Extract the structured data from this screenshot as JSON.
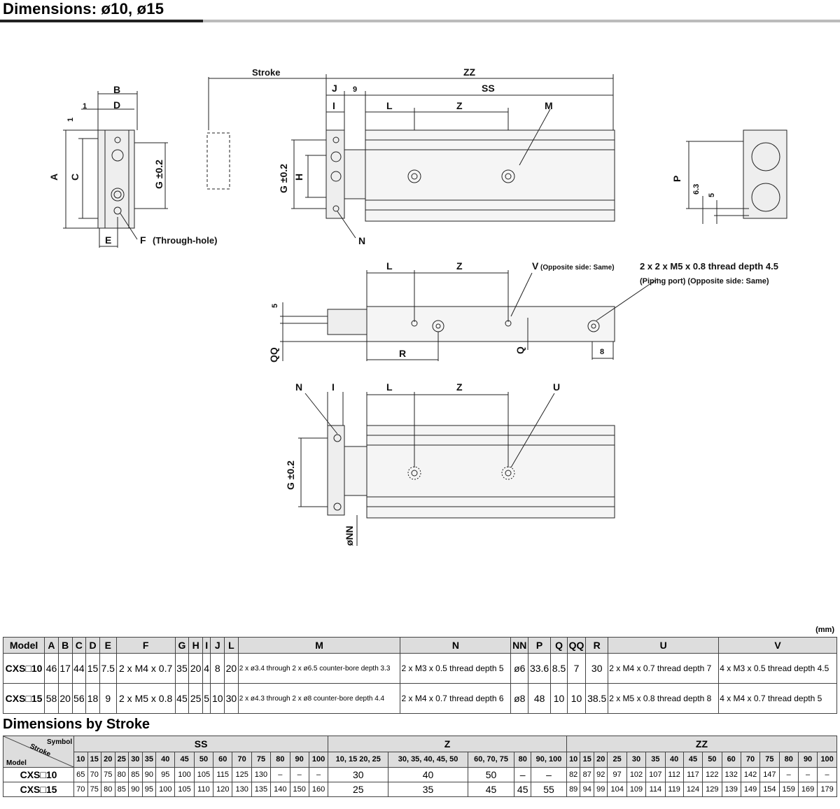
{
  "page_title": "Dimensions: ø10, ø15",
  "drawing_labels": {
    "B": "B",
    "D": "D",
    "one_a": "1",
    "one_b": "1",
    "A": "A",
    "C": "C",
    "G02": "G ±0.2",
    "E": "E",
    "F": "F",
    "F_note": "(Through-hole)",
    "stroke": "Stroke",
    "ZZ": "ZZ",
    "J": "J",
    "nine": "9",
    "SS": "SS",
    "I": "I",
    "L": "L",
    "Z": "Z",
    "M": "M",
    "H": "H",
    "N": "N",
    "P": "P",
    "p63": "6.3",
    "p5": "5",
    "V": "V",
    "V_note": "(Opposite side: Same)",
    "port": "2 x 2 x M5 x 0.8 thread depth 4.5",
    "port_note": "(Piping port) (Opposite side: Same)",
    "five": "5",
    "QQ": "QQ",
    "R": "R",
    "Q": "Q",
    "eight": "8",
    "U": "U",
    "NN": "øNN"
  },
  "unit": "(mm)",
  "table1": {
    "headers": [
      "Model",
      "A",
      "B",
      "C",
      "D",
      "E",
      "F",
      "G",
      "H",
      "I",
      "J",
      "L",
      "M",
      "N",
      "NN",
      "P",
      "Q",
      "QQ",
      "R",
      "U",
      "V"
    ],
    "rows": [
      [
        "CXS□10",
        "46",
        "17",
        "44",
        "15",
        "7.5",
        "2 x M4 x 0.7",
        "35",
        "20",
        "4",
        "8",
        "20",
        "2 x ø3.4 through 2 x ø6.5 counter-bore depth 3.3",
        "2 x M3 x 0.5 thread depth 5",
        "ø6",
        "33.6",
        "8.5",
        "7",
        "30",
        "2 x M4 x 0.7 thread depth 7",
        "4 x M3 x 0.5 thread depth 4.5"
      ],
      [
        "CXS□15",
        "58",
        "20",
        "56",
        "18",
        "9",
        "2 x M5 x 0.8",
        "45",
        "25",
        "5",
        "10",
        "30",
        "2 x ø4.3 through 2 x ø8 counter-bore depth 4.4",
        "2 x M4 x 0.7 thread depth 6",
        "ø8",
        "48",
        "10",
        "10",
        "38.5",
        "2 x M5 x 0.8 thread depth 8",
        "4 x M4 x 0.7 thread depth 5"
      ]
    ]
  },
  "subtitle": "Dimensions by Stroke",
  "table2": {
    "corner": {
      "symbol": "Symbol",
      "stroke": "Stroke",
      "model": "Model"
    },
    "groups": [
      "SS",
      "Z",
      "ZZ"
    ],
    "ss_strokes": [
      "10",
      "15",
      "20",
      "25",
      "30",
      "35",
      "40",
      "45",
      "50",
      "60",
      "70",
      "75",
      "80",
      "90",
      "100"
    ],
    "z_strokes": [
      "10, 15 20, 25",
      "30, 35, 40, 45, 50",
      "60, 70, 75",
      "80",
      "90, 100"
    ],
    "zz_strokes": [
      "10",
      "15",
      "20",
      "25",
      "30",
      "35",
      "40",
      "45",
      "50",
      "60",
      "70",
      "75",
      "80",
      "90",
      "100"
    ],
    "rows": [
      {
        "model": "CXS□10",
        "ss": [
          "65",
          "70",
          "75",
          "80",
          "85",
          "90",
          "95",
          "100",
          "105",
          "115",
          "125",
          "130",
          "–",
          "–",
          "–"
        ],
        "z": [
          "30",
          "40",
          "50",
          "–",
          "–"
        ],
        "zz": [
          "82",
          "87",
          "92",
          "97",
          "102",
          "107",
          "112",
          "117",
          "122",
          "132",
          "142",
          "147",
          "–",
          "–",
          "–"
        ]
      },
      {
        "model": "CXS□15",
        "ss": [
          "70",
          "75",
          "80",
          "85",
          "90",
          "95",
          "100",
          "105",
          "110",
          "120",
          "130",
          "135",
          "140",
          "150",
          "160"
        ],
        "z": [
          "25",
          "35",
          "45",
          "45",
          "55"
        ],
        "zz": [
          "89",
          "94",
          "99",
          "104",
          "109",
          "114",
          "119",
          "124",
          "129",
          "139",
          "149",
          "154",
          "159",
          "169",
          "179"
        ]
      }
    ]
  }
}
